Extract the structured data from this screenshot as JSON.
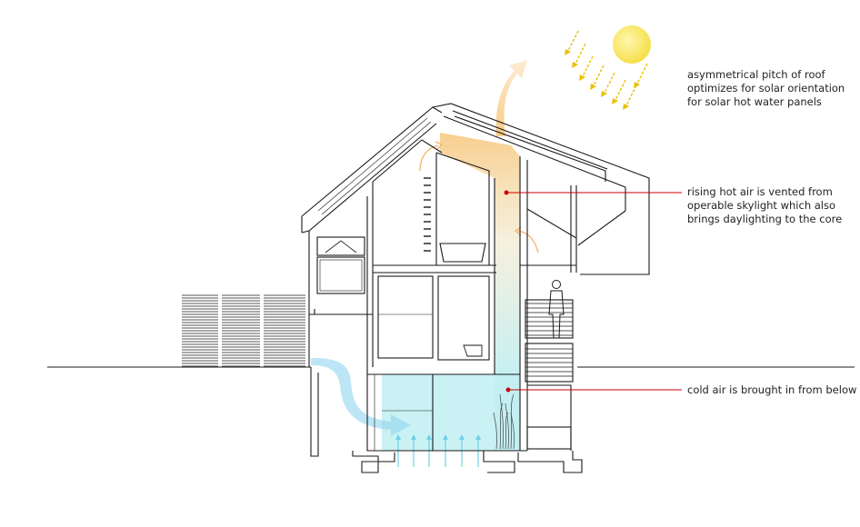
{
  "annotations": [
    {
      "id": "roof-pitch",
      "lines": [
        "asymmetrical pitch of roof",
        "optimizes for solar orientation",
        "for solar hot water panels"
      ]
    },
    {
      "id": "hot-air",
      "lines": [
        "rising hot air is vented from",
        "operable skylight which also",
        "brings daylighting to the core"
      ]
    },
    {
      "id": "cold-air",
      "lines": [
        "cold air is brought in from below"
      ]
    }
  ],
  "colors": {
    "line": "#1a1a1a",
    "leader": "#cc0000",
    "warm_air": "#f7c67a",
    "cool_air": "#8fd6ee",
    "sun": "#f7e66a",
    "sun_rays": "#e8c100"
  }
}
